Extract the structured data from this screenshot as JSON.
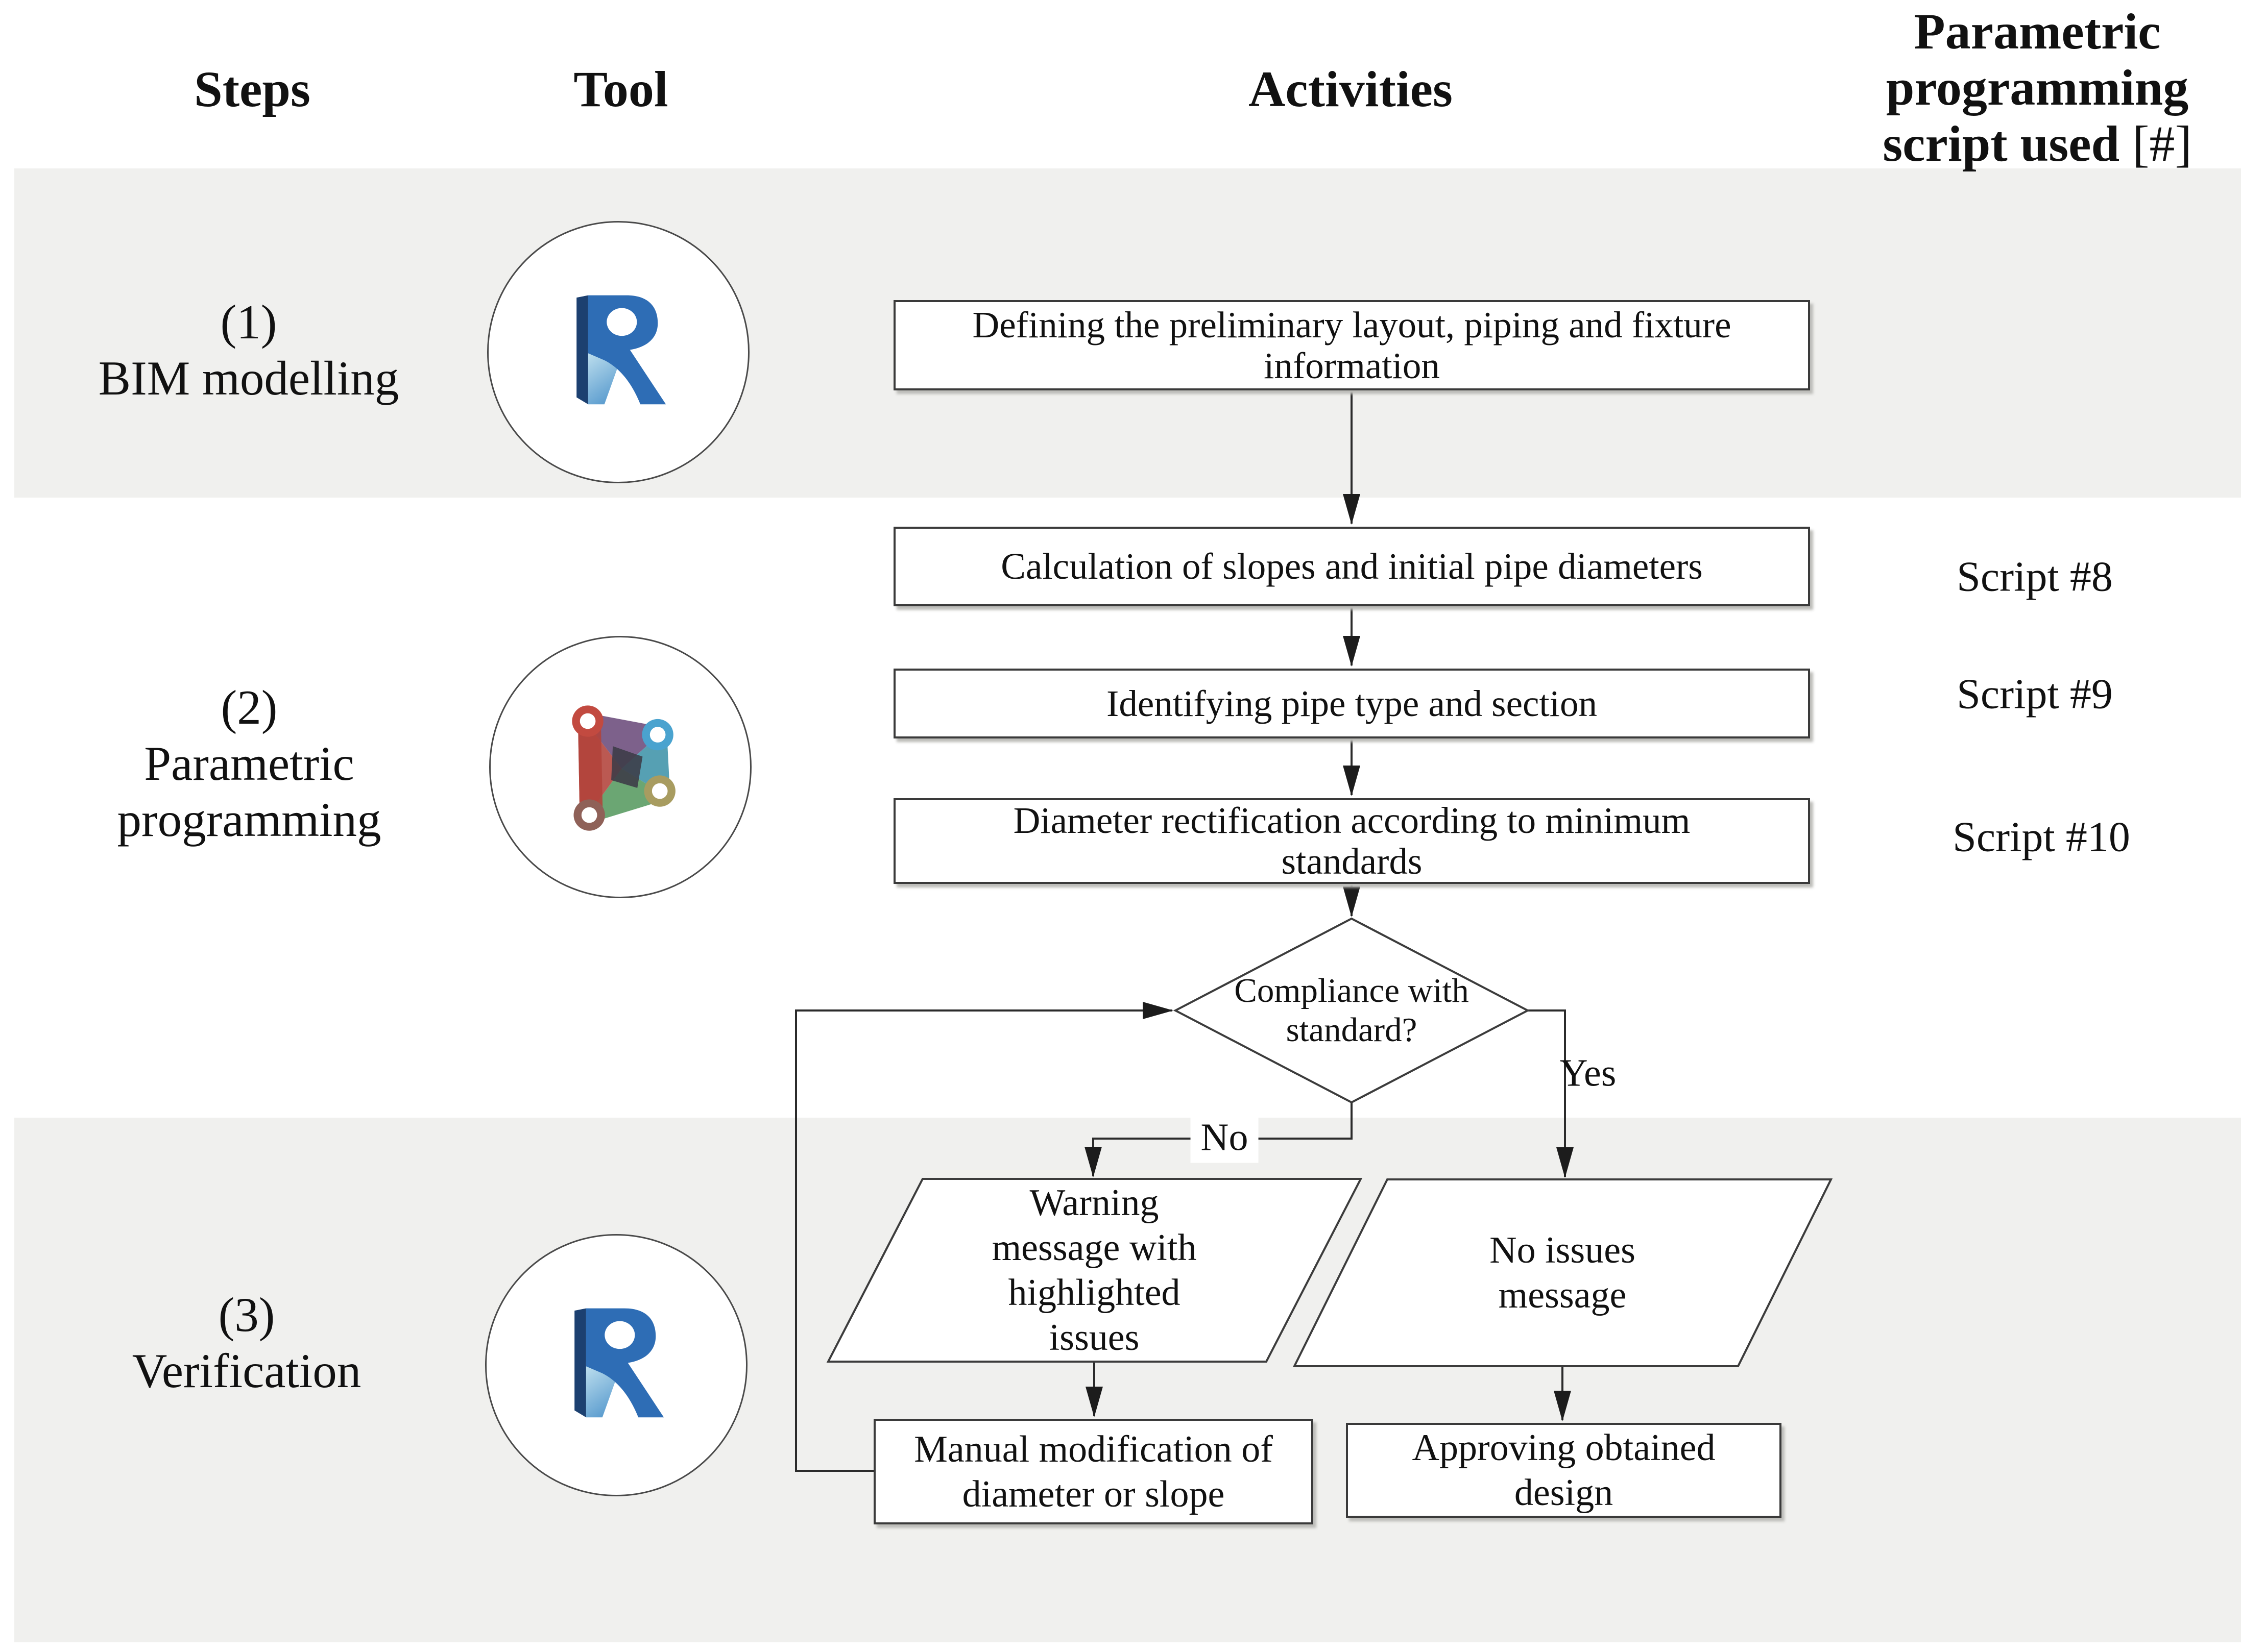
{
  "figure": {
    "type": "flowchart",
    "topic": "BIM drainage design workflow"
  },
  "columns": {
    "steps": "Steps",
    "tool": "Tool",
    "activities": "Activities",
    "scripts_line1": "Parametric",
    "scripts_line2": "programming",
    "scripts_line3_main": "script used",
    "scripts_line3_tag": "[#]"
  },
  "steps": [
    {
      "number": "(1)",
      "lines": [
        "BIM modelling"
      ],
      "tool": "revit"
    },
    {
      "number": "(2)",
      "lines": [
        "Parametric",
        "programming"
      ],
      "tool": "dynamo"
    },
    {
      "number": "(3)",
      "lines": [
        "Verification"
      ],
      "tool": "revit"
    }
  ],
  "tool_icons": {
    "revit_letter": "R"
  },
  "flow": {
    "box1": [
      "Defining the preliminary layout, piping and fixture",
      "information"
    ],
    "box2": [
      "Calculation of slopes and initial pipe diameters"
    ],
    "box3": [
      "Identifying pipe type and section"
    ],
    "box4": [
      "Diameter rectification according to minimum",
      "standards"
    ],
    "decision": [
      "Compliance with",
      "standard?"
    ],
    "warning": [
      "Warning",
      "message with",
      "highlighted",
      "issues"
    ],
    "no_issues": [
      "No issues",
      "message"
    ],
    "manual": [
      "Manual modification of",
      "diameter or slope"
    ],
    "approve": [
      "Approving obtained",
      "design"
    ]
  },
  "branches": {
    "yes": "Yes",
    "no": "No"
  },
  "scripts": [
    "Script #8",
    "Script #9",
    "Script #10"
  ],
  "colors": {
    "band": "#f0f0ee",
    "line": "#2b2b2b",
    "box_border": "#3a3a3a",
    "revit_face": "#2e6db5",
    "revit_dark": "#1c4070",
    "revit_light": "#a9d2e8",
    "dynamo_red": "#b2423a",
    "dynamo_blue": "#4aa3cf",
    "dynamo_purple": "#6b4b7b",
    "dynamo_teal": "#3f93a8",
    "dynamo_green": "#569a60",
    "dynamo_olive": "#a89c60",
    "dynamo_maroon": "#8f6158",
    "dynamo_dark": "#3c3b47"
  }
}
